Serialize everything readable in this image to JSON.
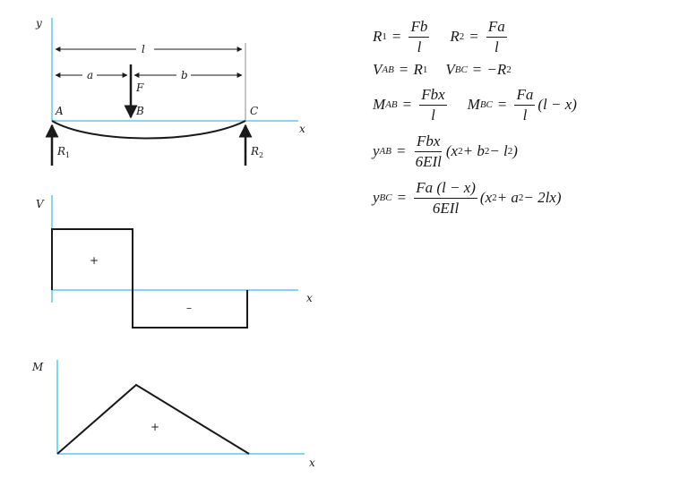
{
  "diagram": {
    "beam": {
      "y_axis": "y",
      "x_axis": "x",
      "length": "l",
      "a": "a",
      "b": "b",
      "force": "F",
      "point_a": "A",
      "point_b": "B",
      "point_c": "C",
      "r1": "R",
      "r1_sub": "1",
      "r2": "R",
      "r2_sub": "2"
    },
    "shear": {
      "y_axis": "V",
      "x_axis": "x",
      "pos_sign": "+",
      "neg_sign": "–"
    },
    "moment": {
      "y_axis": "M",
      "x_axis": "x",
      "pos_sign": "+"
    },
    "colors": {
      "axis_blue": "#5bc8ee",
      "line": "#1a1a1a",
      "support": "#8c8c8c"
    }
  },
  "formulas": {
    "r1": {
      "lhs": "R",
      "sub": "1",
      "num": "Fb",
      "den": "l"
    },
    "r2": {
      "lhs": "R",
      "sub": "2",
      "num": "Fa",
      "den": "l"
    },
    "vab": {
      "lhs": "V",
      "sub": "AB",
      "rhs": "R",
      "rhs_sub": "1"
    },
    "vbc": {
      "lhs": "V",
      "sub": "BC",
      "rhs": "−R",
      "rhs_sub": "2"
    },
    "mab": {
      "lhs": "M",
      "sub": "AB",
      "num": "Fbx",
      "den": "l"
    },
    "mbc": {
      "lhs": "M",
      "sub": "BC",
      "num": "Fa",
      "den": "l",
      "tail": "(l − x)"
    },
    "yab": {
      "lhs": "y",
      "sub": "AB",
      "num": "Fbx",
      "den": "6EIl",
      "tail_a": "(x",
      "tail_b": " + b",
      "tail_c": " − l",
      "tail_d": ")",
      "exp": "2"
    },
    "ybc": {
      "lhs": "y",
      "sub": "BC",
      "num": "Fa (l − x)",
      "den": "6EIl",
      "tail_a": "(x",
      "tail_b": " + a",
      "tail_c": " − 2lx)",
      "exp": "2"
    }
  }
}
